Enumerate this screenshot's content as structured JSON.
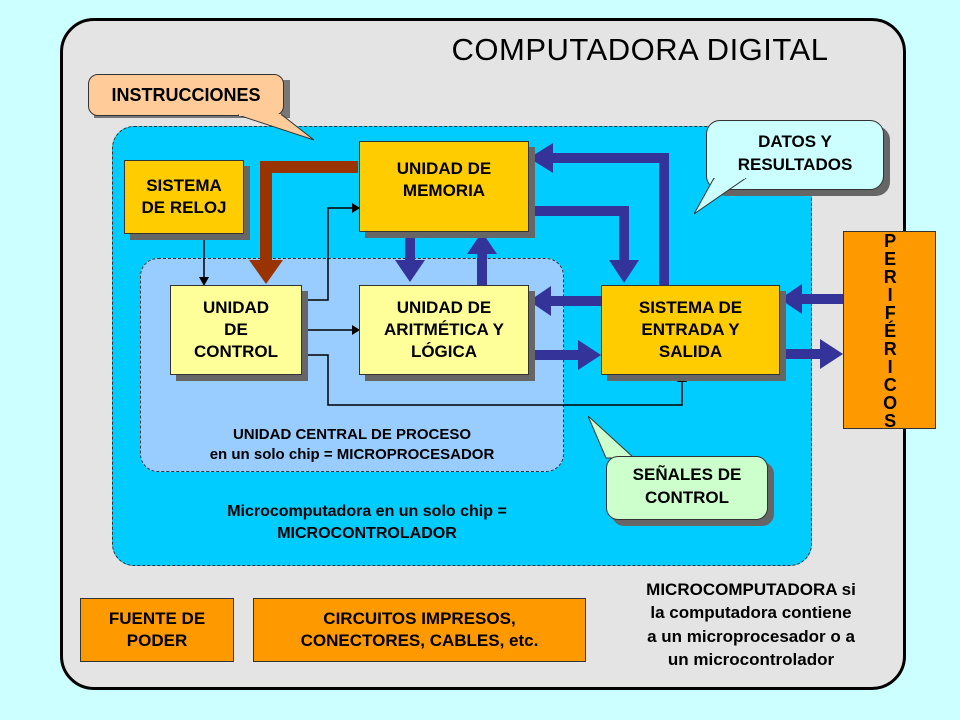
{
  "title": "COMPUTADORA DIGITAL",
  "callouts": {
    "instrucciones": "INSTRUCCIONES",
    "datos_line1": "DATOS Y",
    "datos_line2": "RESULTADOS",
    "senales_line1": "SEÑALES DE",
    "senales_line2": "CONTROL"
  },
  "blocks": {
    "reloj_line1": "SISTEMA",
    "reloj_line2": "DE RELOJ",
    "memoria_line1": "UNIDAD DE",
    "memoria_line2": "MEMORIA",
    "control_line1": "UNIDAD",
    "control_line2": "DE",
    "control_line3": "CONTROL",
    "alu_line1": "UNIDAD DE",
    "alu_line2": "ARITMÉTICA Y",
    "alu_line3": "LÓGICA",
    "io_line1": "SISTEMA DE",
    "io_line2": "ENTRADA Y",
    "io_line3": "SALIDA",
    "perifericos": "PERIFÉRICOS"
  },
  "regions": {
    "cpu_line1": "UNIDAD CENTRAL DE PROCESO",
    "cpu_line2": "en un solo chip = MICROPROCESADOR",
    "mc_line1": "Microcomputadora en un solo chip =",
    "mc_line2": "MICROCONTROLADOR"
  },
  "bottom": {
    "fuente_line1": "FUENTE DE",
    "fuente_line2": "PODER",
    "circuitos_line1": "CIRCUITOS IMPRESOS,",
    "circuitos_line2": "CONECTORES, CABLES, etc.",
    "note_strong": "MICROCOMPUTADORA",
    "note_rest_line1": " si",
    "note_line2": "la computadora contiene",
    "note_line3": "a un microprocesador o a",
    "note_line4": "un microcontrolador"
  },
  "colors": {
    "background": "#ccffff",
    "panel": "#e4e4e4",
    "microcontroller_region": "#00ccff",
    "cpu_region": "#99ccff",
    "block_yellow": "#ffcc00",
    "block_light_yellow": "#ffff99",
    "block_orange": "#ff9900",
    "data_arrow": "#333399",
    "instruction_arrow": "#993300",
    "instrucciones_callout": "#ffcc99",
    "datos_callout": "#ccffff",
    "senales_callout": "#ccffcc"
  }
}
